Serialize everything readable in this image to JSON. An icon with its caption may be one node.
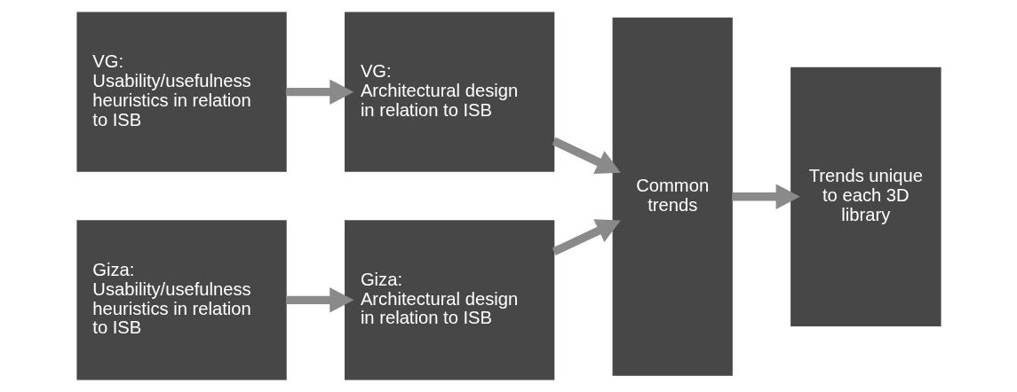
{
  "diagram": {
    "nodes": [
      {
        "text": [
          "VG:",
          "Usability/usefulness heuristics in relation to ISB"
        ]
      },
      {
        "text": [
          "VG:",
          "Architectural design in relation to ISB"
        ]
      },
      {
        "text": [
          "Giza:",
          "Usability/usefulness heuristics in relation to ISB"
        ]
      },
      {
        "text": [
          "Giza:",
          "Architectural design in relation to ISB"
        ]
      },
      {
        "text": [
          "Common trends"
        ]
      },
      {
        "text": [
          "Trends unique to each 3D library"
        ]
      }
    ],
    "edges": [
      {
        "from": 0,
        "to": 1,
        "arrow": "to"
      },
      {
        "from": 2,
        "to": 3,
        "arrow": "to"
      },
      {
        "from": 1,
        "to": 4,
        "arrow": "to"
      },
      {
        "from": 3,
        "to": 4,
        "arrow": "to"
      },
      {
        "from": 4,
        "to": 5,
        "arrow": "to"
      }
    ]
  }
}
